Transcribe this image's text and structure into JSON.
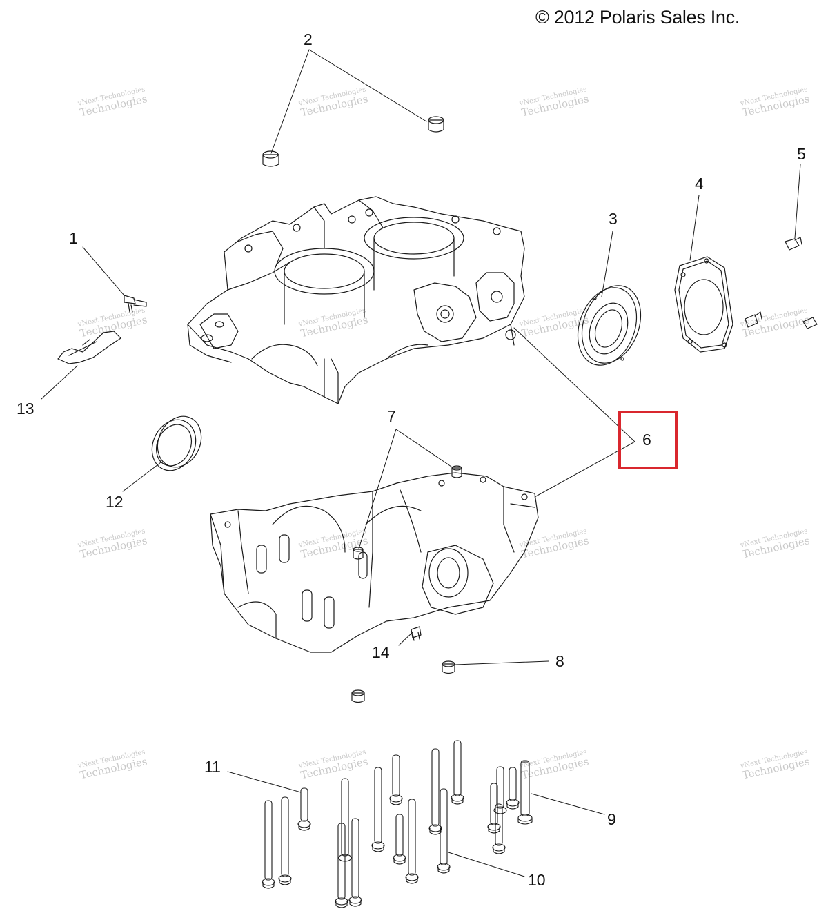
{
  "copyright": "© 2012 Polaris Sales Inc.",
  "watermark": {
    "line1": "vNext Technologies",
    "line2": "Technologies"
  },
  "callouts": [
    "1",
    "2",
    "3",
    "4",
    "5",
    "6",
    "7",
    "8",
    "9",
    "10",
    "11",
    "12",
    "13",
    "14"
  ],
  "highlight": {
    "label": "6",
    "color": "#d9272e"
  },
  "colors": {
    "line": "#1a1a1a",
    "watermark": "#c9c9c9"
  }
}
